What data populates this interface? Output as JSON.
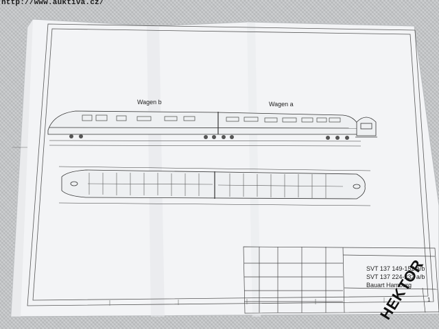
{
  "watermark": "http://www.auktiva.cz/",
  "stamp": "HEKTOR",
  "drawing": {
    "wagen_b": "Wagen b",
    "wagen_a": "Wagen a",
    "title_block": {
      "line1": "SVT 137 149-152 a/b",
      "line2": "SVT 137 224-232 a/b",
      "line3": "Bauart Hamburg",
      "sheet": "1"
    }
  },
  "colors": {
    "paper": "#f4f5f7",
    "ink": "#3a3a3a",
    "stamp": "#111111",
    "background": "#c7c9cb"
  }
}
